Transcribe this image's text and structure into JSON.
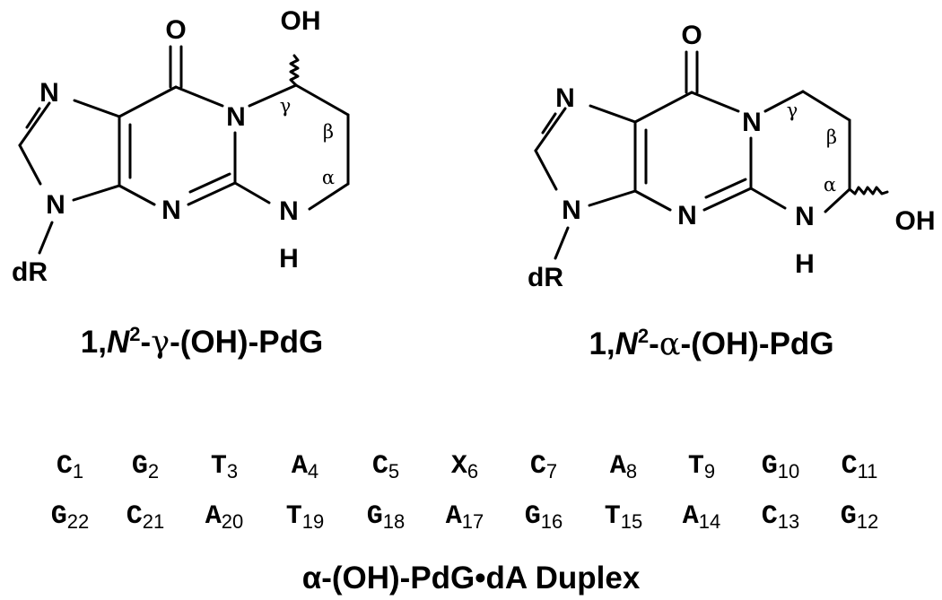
{
  "structures": [
    {
      "id": "gamma",
      "title": {
        "prefix": "1,",
        "italic": "N",
        "sup": "2",
        "mid": "-",
        "greek": "γ",
        "suffix": "-(OH)-PdG"
      },
      "atoms": {
        "O": "O",
        "OH": "OH",
        "N_imid": "N",
        "N_ring": "N",
        "N_pyr": "N",
        "N_bridge": "N",
        "NH_N": "N",
        "NH_H": "H",
        "dR": "dR"
      },
      "greek": {
        "gamma": "γ",
        "beta": "β",
        "alpha": "α"
      }
    },
    {
      "id": "alpha",
      "title": {
        "prefix": "1,",
        "italic": "N",
        "sup": "2",
        "mid": "-",
        "greek": "α",
        "suffix": "-(OH)-PdG"
      },
      "atoms": {
        "O": "O",
        "OH": "OH",
        "N_imid": "N",
        "N_ring": "N",
        "N_pyr": "N",
        "N_bridge": "N",
        "NH_N": "N",
        "NH_H": "H",
        "dR": "dR"
      },
      "greek": {
        "gamma": "γ",
        "beta": "β",
        "alpha": "α"
      }
    }
  ],
  "sequence": {
    "top": [
      {
        "base": "C",
        "num": "1"
      },
      {
        "base": "G",
        "num": "2"
      },
      {
        "base": "T",
        "num": "3"
      },
      {
        "base": "A",
        "num": "4"
      },
      {
        "base": "C",
        "num": "5"
      },
      {
        "base": "X",
        "num": "6"
      },
      {
        "base": "C",
        "num": "7"
      },
      {
        "base": "A",
        "num": "8"
      },
      {
        "base": "T",
        "num": "9"
      },
      {
        "base": "G",
        "num": "10"
      },
      {
        "base": "C",
        "num": "11"
      }
    ],
    "bottom": [
      {
        "base": "G",
        "num": "22"
      },
      {
        "base": "C",
        "num": "21"
      },
      {
        "base": "A",
        "num": "20"
      },
      {
        "base": "T",
        "num": "19"
      },
      {
        "base": "G",
        "num": "18"
      },
      {
        "base": "A",
        "num": "17"
      },
      {
        "base": "G",
        "num": "16"
      },
      {
        "base": "T",
        "num": "15"
      },
      {
        "base": "A",
        "num": "14"
      },
      {
        "base": "C",
        "num": "13"
      },
      {
        "base": "G",
        "num": "12"
      }
    ],
    "caption": "α-(OH)-PdG•dA Duplex"
  }
}
